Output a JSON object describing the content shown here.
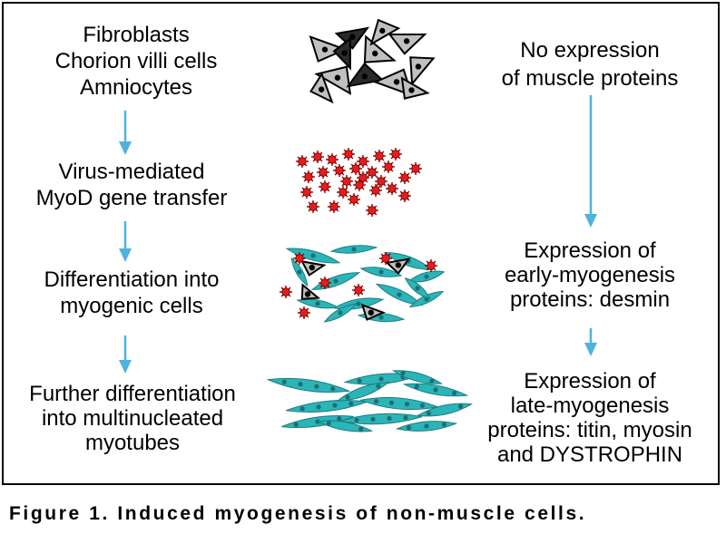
{
  "left_steps": [
    {
      "lines": [
        "Fibroblasts",
        "Chorion villi cells",
        "Amniocytes"
      ]
    },
    {
      "lines": [
        "Virus-mediated",
        "MyoD gene transfer"
      ]
    },
    {
      "lines": [
        "Differentiation into",
        "myogenic cells"
      ]
    },
    {
      "lines": [
        "Further differentiation",
        "into multinucleated",
        "myotubes"
      ]
    }
  ],
  "right_steps": [
    {
      "lines": [
        "No expression",
        "of muscle proteins"
      ]
    },
    {
      "lines": [
        "Expression of",
        "early-myogenesis",
        "proteins: desmin"
      ]
    },
    {
      "lines": [
        "Expression of",
        "late-myogenesis",
        "proteins: titin, myosin",
        "and DYSTROPHIN"
      ]
    }
  ],
  "caption": "Figure 1.  Induced myogenesis of non-muscle cells.",
  "colors": {
    "arrow": "#4db3dd",
    "fibroblast_fill": "#c0c0c0",
    "virus": "#e61c1c",
    "myogenic": "#2bb5b8",
    "frame": "#000000"
  },
  "icons": [
    "fibroblast-cells-icon",
    "virus-particles-icon",
    "myogenic-cells-icon",
    "myotubes-icon"
  ]
}
